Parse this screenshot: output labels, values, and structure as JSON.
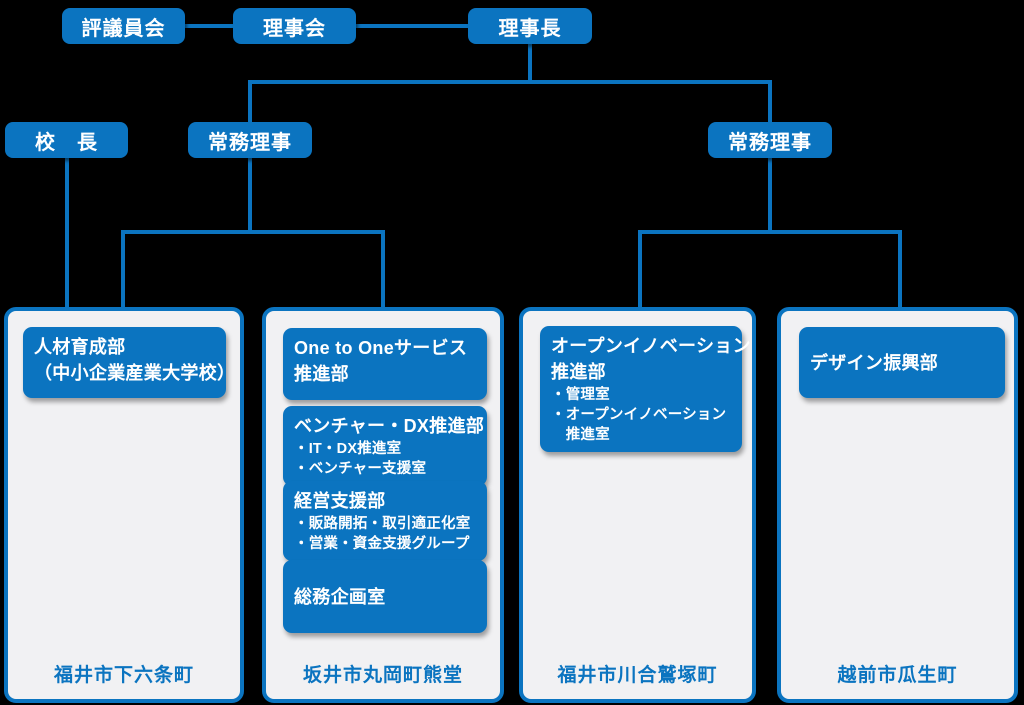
{
  "colors": {
    "accent": "#0b74c0",
    "panel_bg": "#f1f1f3",
    "background": "#000000",
    "location_text": "#0b74c0"
  },
  "nodes": [
    {
      "id": "council",
      "label": "評議員会"
    },
    {
      "id": "board",
      "label": "理事会"
    },
    {
      "id": "chairman",
      "label": "理事長"
    },
    {
      "id": "principal",
      "label": "校　長"
    },
    {
      "id": "managing_director_left",
      "label": "常務理事"
    },
    {
      "id": "managing_director_right",
      "label": "常務理事"
    }
  ],
  "columns": [
    {
      "location": "福井市下六条町",
      "departments": [
        {
          "title": "人材育成部",
          "title2": "（中小企業産業大学校）",
          "items": []
        }
      ]
    },
    {
      "location": "坂井市丸岡町熊堂",
      "departments": [
        {
          "title": "One to Oneサービス",
          "title2": "推進部",
          "items": []
        },
        {
          "title": "ベンチャー・DX推進部",
          "items": [
            "・IT・DX推進室",
            "・ベンチャー支援室"
          ]
        },
        {
          "title": "経営支援部",
          "items": [
            "・販路開拓・取引適正化室",
            "・営業・資金支援グループ"
          ]
        },
        {
          "title": "総務企画室",
          "items": []
        }
      ]
    },
    {
      "location": "福井市川合鷲塚町",
      "departments": [
        {
          "title": "オープンイノベーション",
          "title2": "推進部",
          "items": [
            "・管理室",
            "・オープンイノベーション",
            "　推進室"
          ]
        }
      ]
    },
    {
      "location": "越前市瓜生町",
      "departments": [
        {
          "title": "デザイン振興部",
          "items": []
        }
      ]
    }
  ]
}
